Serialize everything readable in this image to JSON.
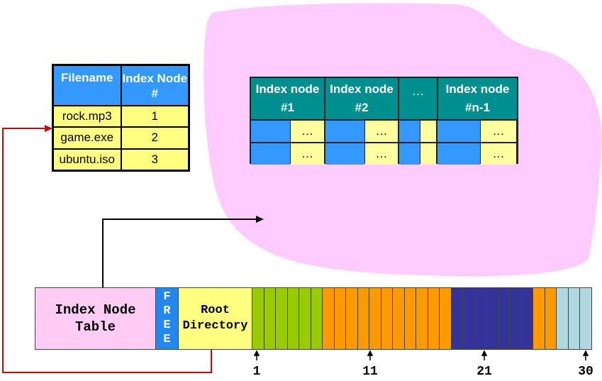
{
  "directory": {
    "headers": [
      "Filename",
      "Index Node #"
    ],
    "rows": [
      {
        "filename": "rock.mp3",
        "inode": "1"
      },
      {
        "filename": "game.exe",
        "inode": "2"
      },
      {
        "filename": "ubuntu.iso",
        "inode": "3"
      }
    ]
  },
  "inode_area": {
    "headers": [
      "Index node #1",
      "Index node #2",
      "…",
      "Index node #n-1"
    ],
    "cell_dots": "…"
  },
  "disk": {
    "inode_table_label": "Index Node Table",
    "free_label": [
      "F",
      "R",
      "E",
      "E"
    ],
    "root_label": "Root Directory",
    "block_colors": [
      "#99cc00",
      "#99cc00",
      "#99cc00",
      "#99cc00",
      "#99cc00",
      "#99cc00",
      "#ff9900",
      "#ff9900",
      "#ff9900",
      "#ff9900",
      "#ff9900",
      "#ff9900",
      "#ff9900",
      "#ff9900",
      "#ff9900",
      "#ff9900",
      "#ff9900",
      "#333399",
      "#333399",
      "#333399",
      "#333399",
      "#333399",
      "#333399",
      "#333399",
      "#ff9900",
      "#ff9900",
      "#b0d8e0",
      "#b0d8e0",
      "#b0d8e0"
    ],
    "ticks": [
      "1",
      "11",
      "21",
      "30"
    ]
  },
  "colors": {
    "blob": "#ffccff",
    "link_red": "#dd0000",
    "arrow_black": "#000000"
  }
}
